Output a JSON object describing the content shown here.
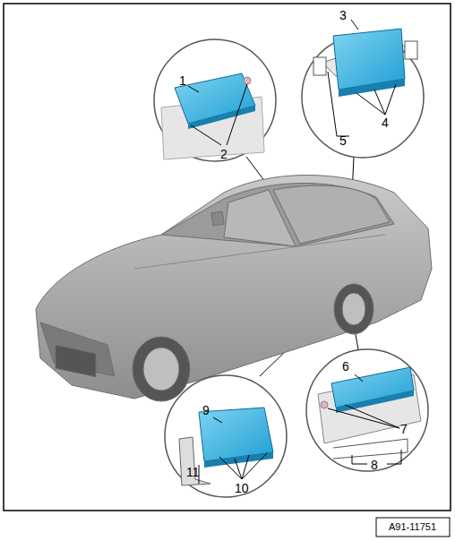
{
  "diagram": {
    "labels": [
      "1",
      "2",
      "3",
      "4",
      "5",
      "6",
      "7",
      "8",
      "9",
      "10",
      "11",
      "A91-11751"
    ]
  }
}
